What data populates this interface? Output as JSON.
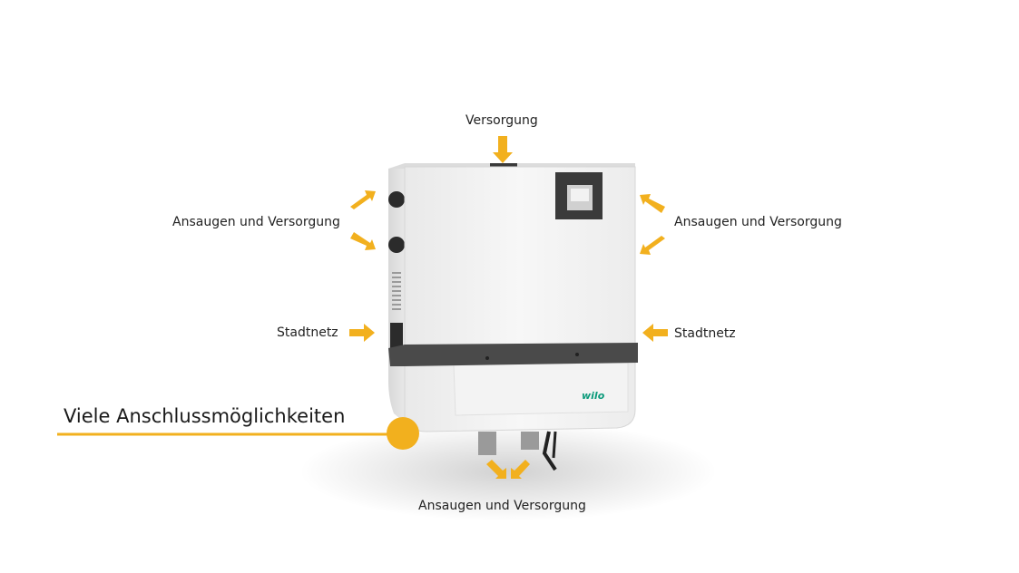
{
  "labels": {
    "top": "Versorgung",
    "left_upper": "Ansaugen und Versorgung",
    "right_upper": "Ansaugen und Versorgung",
    "left_mid": "Stadtnetz",
    "right_mid": "Stadtnetz",
    "bottom": "Ansaugen und Versorgung"
  },
  "headline": "Viele Anschlussmöglichkeiten",
  "brand": "wilo",
  "colors": {
    "accent": "#f2b01e",
    "device_body": "#f0f0f0",
    "band": "#4a4a4a",
    "brand_green": "#0a9a7a"
  }
}
